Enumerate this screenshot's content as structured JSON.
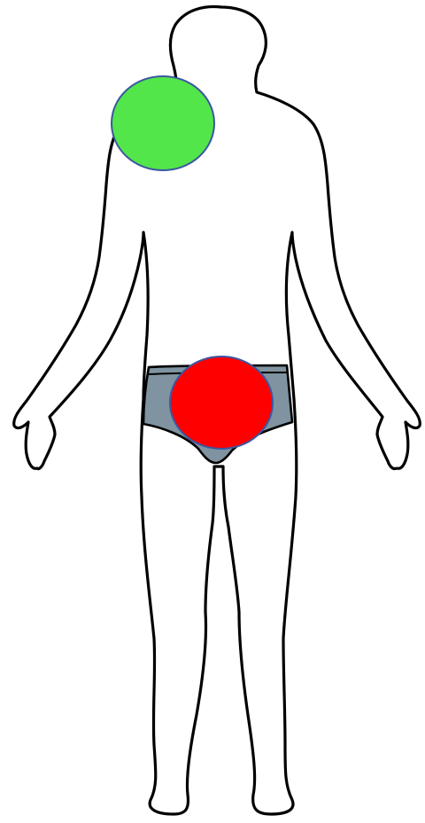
{
  "figure": {
    "view": "posterior",
    "outline_color": "#000000",
    "background_color": "#ffffff"
  },
  "garment": {
    "type": "briefs",
    "color": "#7f93a0"
  },
  "markers": [
    {
      "region": "neck-shoulder",
      "color": "#53e64a",
      "stroke": "#3b57a0"
    },
    {
      "region": "lower-back-buttocks",
      "color": "#ff0000",
      "stroke": "#3b57a0"
    }
  ]
}
